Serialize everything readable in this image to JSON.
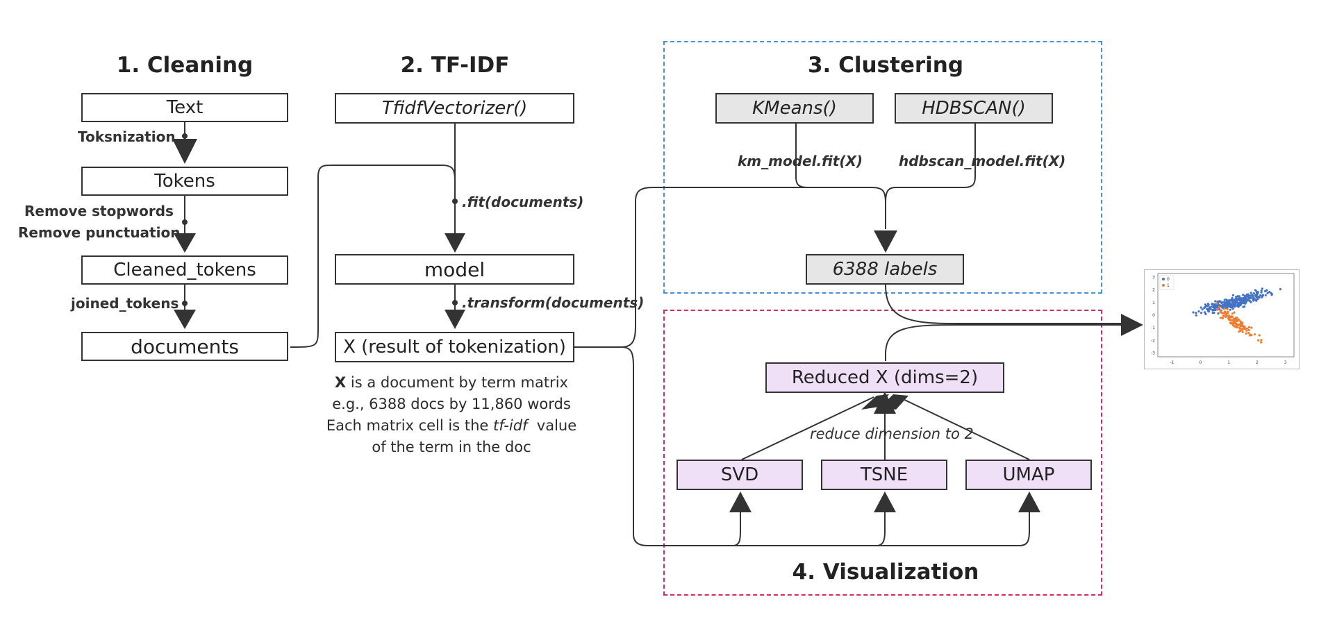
{
  "sections": {
    "cleaning": "1. Cleaning",
    "tfidf": "2. TF-IDF",
    "clustering": "3. Clustering",
    "visualization": "4. Visualization"
  },
  "cleaning": {
    "text": "Text",
    "tokens": "Tokens",
    "cleaned_tokens": "Cleaned_tokens",
    "documents": "documents",
    "step_tokenization": "Toksnization",
    "step_stopwords": "Remove stopwords",
    "step_punctuation": "Remove punctuation",
    "step_joined": "joined_tokens"
  },
  "tfidf": {
    "vectorizer": "TfidfVectorizer()",
    "model": "model",
    "x_result": "X (result of tokenization)",
    "fit_label": ".fit(documents)",
    "transform_label": ".transform(documents)",
    "desc_line1_bold": "X",
    "desc_line1_rest": " is a document by term matrix",
    "desc_line2": "e.g., 6388 docs by 11,860 words",
    "desc_line3_pre": "Each matrix cell is the ",
    "desc_line3_em": "tf-idf",
    "desc_line3_post": "  value",
    "desc_line4": "of the term in the doc"
  },
  "clustering": {
    "kmeans": "KMeans()",
    "hdbscan": "HDBSCAN()",
    "km_fit": "km_model.fit(X)",
    "hdb_fit": "hdbscan_model.fit(X)",
    "labels": "6388 labels"
  },
  "visualization": {
    "reduced": "Reduced X (dims=2)",
    "reduce_note": "reduce dimension to 2",
    "svd": "SVD",
    "tsne": "TSNE",
    "umap": "UMAP"
  },
  "scatter": {
    "legend": [
      "0",
      "1"
    ],
    "x_ticks": [
      "-1",
      "0",
      "1",
      "2",
      "3"
    ],
    "y_ticks": [
      "3",
      "2",
      "1",
      "0",
      "-1",
      "-2",
      "-3"
    ]
  },
  "colors": {
    "line": "#333333",
    "clustering_border": "#4a90d9",
    "visualization_border": "#d9295f",
    "gray_box": "#e6e6e6",
    "lilac_box": "#efe0f7",
    "cluster0": "#4472c4",
    "cluster1": "#ed7d31"
  }
}
